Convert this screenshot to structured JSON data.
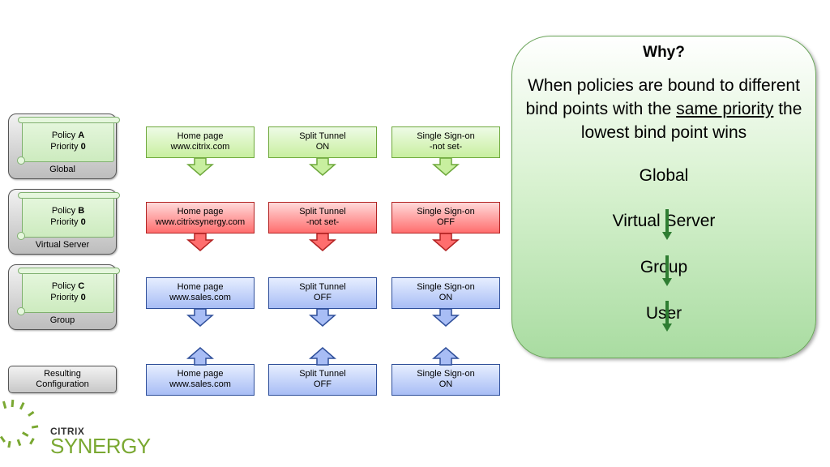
{
  "bind_points": [
    {
      "policy_prefix": "Policy ",
      "policy_letter": "A",
      "priority_prefix": "Priority ",
      "priority_value": "0",
      "name": "Global"
    },
    {
      "policy_prefix": "Policy ",
      "policy_letter": "B",
      "priority_prefix": "Priority ",
      "priority_value": "0",
      "name": "Virtual Server"
    },
    {
      "policy_prefix": "Policy ",
      "policy_letter": "C",
      "priority_prefix": "Priority ",
      "priority_value": "0",
      "name": "Group"
    }
  ],
  "result_label_line1": "Resulting",
  "result_label_line2": "Configuration",
  "rows": [
    {
      "color": "green",
      "fill": "#c8ef9f",
      "stroke": "#6ea83c",
      "cells": [
        {
          "line1": "Home page",
          "line2": "www.citrix.com"
        },
        {
          "line1": "Split Tunnel",
          "line2": "ON"
        },
        {
          "line1": "Single Sign-on",
          "line2": "-not set-"
        }
      ]
    },
    {
      "color": "red",
      "fill": "#ff6e6e",
      "stroke": "#b22222",
      "cells": [
        {
          "line1": "Home page",
          "line2": "www.citrixsynergy.com"
        },
        {
          "line1": "Split Tunnel",
          "line2": "-not set-"
        },
        {
          "line1": "Single Sign-on",
          "line2": "OFF"
        }
      ]
    },
    {
      "color": "blue",
      "fill": "#a8bdf5",
      "stroke": "#2f4f9a",
      "cells": [
        {
          "line1": "Home page",
          "line2": "www.sales.com"
        },
        {
          "line1": "Split Tunnel",
          "line2": "OFF"
        },
        {
          "line1": "Single Sign-on",
          "line2": "ON"
        }
      ]
    },
    {
      "color": "blue",
      "fill": "#a8bdf5",
      "stroke": "#2f4f9a",
      "cells": [
        {
          "line1": "Home page",
          "line2": "www.sales.com"
        },
        {
          "line1": "Split Tunnel",
          "line2": "OFF"
        },
        {
          "line1": "Single Sign-on",
          "line2": "ON"
        }
      ]
    }
  ],
  "why": {
    "title": "Why?",
    "text_before": "When policies are bound to different bind points with the ",
    "text_underlined": "same priority",
    "text_after": " the lowest bind point wins",
    "levels": [
      "Global",
      "Virtual Server",
      "Group",
      "User"
    ],
    "arrow_color": "#2e7d32"
  },
  "logo": {
    "brand": "CITRIX",
    "product": "SYNERGY",
    "color": "#7aa832"
  }
}
